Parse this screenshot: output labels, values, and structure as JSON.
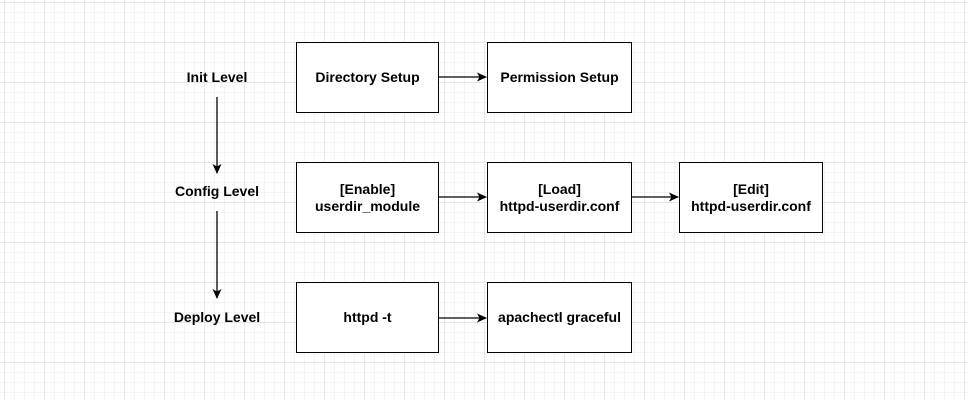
{
  "levels": {
    "init": "Init Level",
    "config": "Config Level",
    "deploy": "Deploy Level"
  },
  "nodes": {
    "directory_setup": {
      "line1": "Directory Setup"
    },
    "permission_setup": {
      "line1": "Permission Setup"
    },
    "enable_userdir": {
      "line1": "[Enable]",
      "line2": "userdir_module"
    },
    "load_conf": {
      "line1": "[Load]",
      "line2": "httpd-userdir.conf"
    },
    "edit_conf": {
      "line1": "[Edit]",
      "line2": "httpd-userdir.conf"
    },
    "httpd_test": {
      "line1": "httpd -t"
    },
    "apachectl_graceful": {
      "line1": "apachectl graceful"
    }
  },
  "colors": {
    "stroke": "#000000",
    "grid": "#e6e6e6",
    "background": "#ffffff"
  }
}
